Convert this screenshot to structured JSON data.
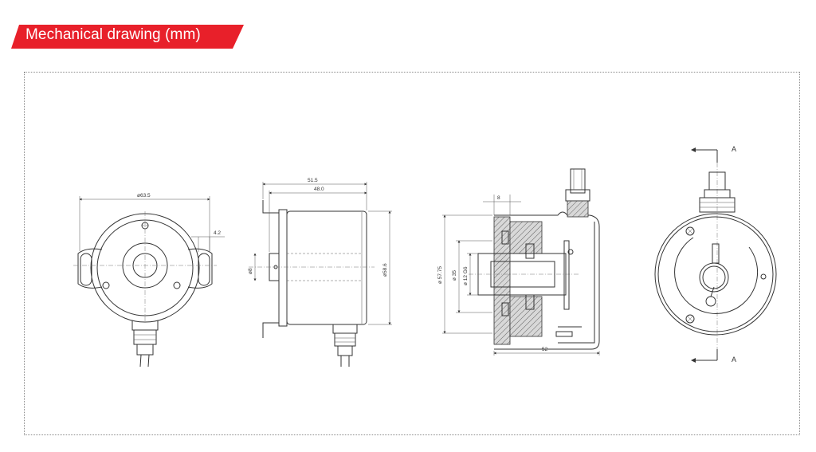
{
  "header": {
    "title": "Mechanical drawing (mm)",
    "accent_color": "#e8202a"
  },
  "front_view": {
    "dim_diameter": "ø63.5",
    "dim_slot": "4.2"
  },
  "side_view": {
    "dim_total_length": "51.5",
    "dim_body_length": "48.0",
    "dim_shaft_dia": "ø8",
    "dim_body_dia": "ø58.6"
  },
  "section_view": {
    "dim_flange": "8",
    "dim_outer_dia": "ø 57.75",
    "dim_bore_dia": "ø 35",
    "dim_hole_dia": "ø 12 G6",
    "dim_length": "52"
  },
  "rear_view": {
    "section_label_top": "A",
    "section_label_bottom": "A"
  }
}
